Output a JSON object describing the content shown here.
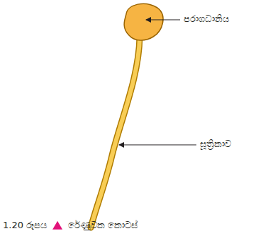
{
  "diagram": {
    "caption": "1.20 රූපය",
    "labels": [
      "පරාගධානිය",
      "සූත්‍රිකාව",
      "රේණුවක කොටස්"
    ]
  }
}
